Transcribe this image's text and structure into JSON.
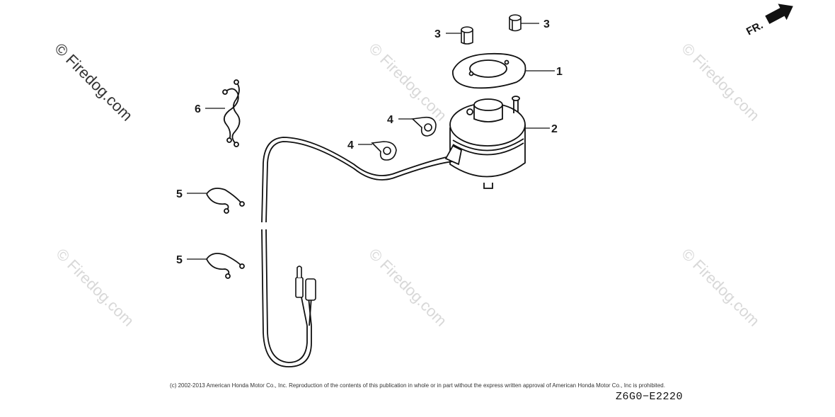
{
  "watermarks": {
    "main": "© Firedog.com",
    "repeat": "© Firedog.com"
  },
  "direction": {
    "label": "FR."
  },
  "callouts": {
    "c1": "1",
    "c2": "2",
    "c3a": "3",
    "c3b": "3",
    "c4a": "4",
    "c4b": "4",
    "c5a": "5",
    "c5b": "5",
    "c6": "6"
  },
  "footer": {
    "copyright": "(c) 2002-2013 American Honda Motor Co., Inc. Reproduction of the contents of this publication in whole or in part without the express written approval of American Honda Motor Co., Inc is prohibited.",
    "diagram_code": "Z6G0−E2220"
  }
}
